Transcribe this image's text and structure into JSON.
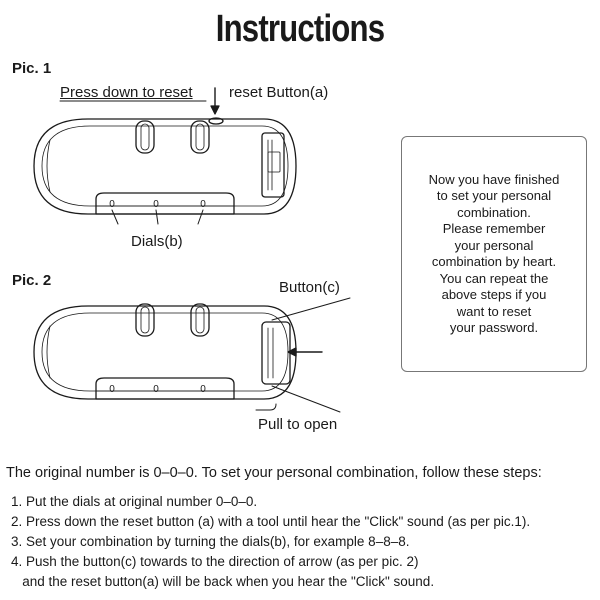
{
  "title": "Instructions",
  "pic1": {
    "label": "Pic. 1",
    "press_down_text": "Press down to reset",
    "reset_button_text": "reset Button(a)",
    "dials_text": "Dials(b)"
  },
  "pic2": {
    "label": "Pic. 2",
    "button_text": "Button(c)",
    "pull_text": "Pull to open"
  },
  "info_box": {
    "lines": [
      "Now you have finished",
      "to set your personal",
      "combination.",
      "Please remember",
      "your personal",
      "combination by heart.",
      "You can repeat the",
      "above steps if you",
      "want to reset",
      "your password."
    ]
  },
  "intro_text": "The original number is 0–0–0. To set your personal combination, follow these steps:",
  "steps": [
    "1. Put the dials at original number 0–0–0.",
    "2. Press down the reset button (a) with a tool until hear the \"Click\" sound (as per pic.1).",
    "3. Set your combination by turning the dials(b), for example 8–8–8.",
    "4. Push the button(c) towards to the direction of arrow (as per pic. 2)",
    "   and the reset button(a) will be back when you hear the \"Click\" sound."
  ],
  "dial_digit": "0"
}
